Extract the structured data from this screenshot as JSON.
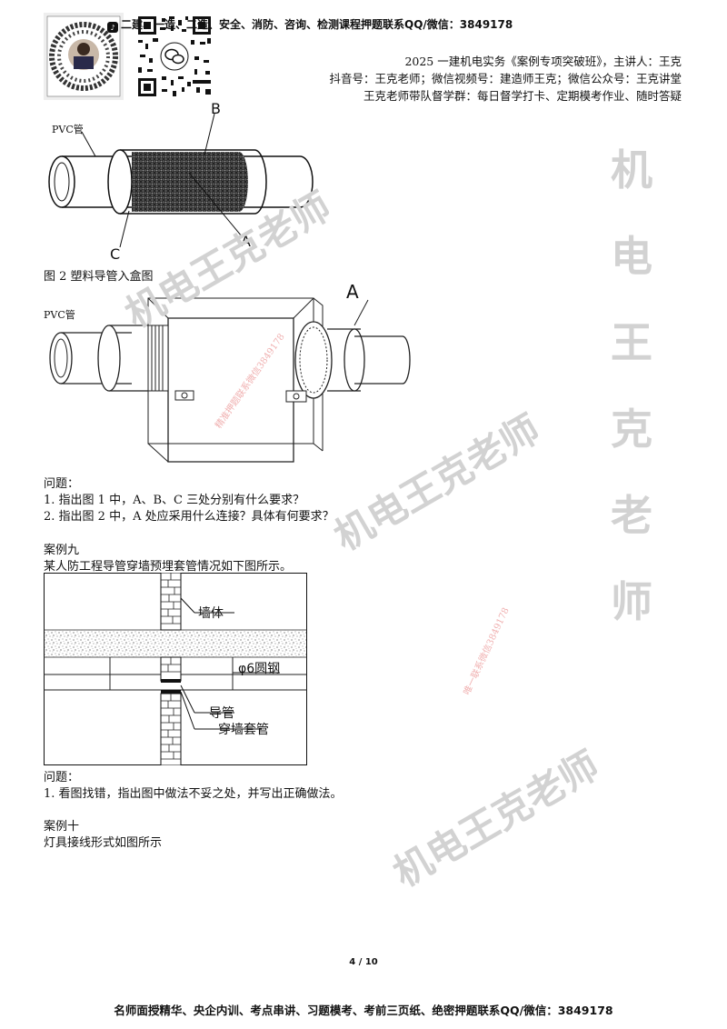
{
  "header": {
    "banner": "二建、一造、二造、安全、消防、咨询、检测课程押题联系QQ/微信：3849178",
    "line1": "2025 一建机电实务《案例专项突破班》，主讲人：王克",
    "line2": "抖音号：王克老师；微信视频号：建造师王克；微信公众号：王克讲堂",
    "line3": "王克老师带队督学群：每日督学打卡、定期模考作业、随时答疑"
  },
  "figure1": {
    "pvc_label": "PVC管",
    "label_a": "A",
    "label_b": "B",
    "label_c": "C",
    "caption": "图 2 塑料导管入盒图"
  },
  "figure2": {
    "pvc_label": "PVC管",
    "label_a": "A",
    "stamp": "精准押题联系微信3849178"
  },
  "questions1": {
    "heading": "问题：",
    "q1": "1. 指出图 1 中，A、B、C 三处分别有什么要求？",
    "q2": "2. 指出图 2 中，A 处应采用什么连接？具体有何要求？"
  },
  "case9": {
    "title": "案例九",
    "desc": "某人防工程导管穿墙预埋套管情况如下图所示。",
    "label_wall": "墙体",
    "label_rebar": "φ6圆钢",
    "label_conduit": "导管",
    "label_sleeve": "穿墙套管",
    "stamp": "唯一联系微信3849178"
  },
  "questions2": {
    "heading": "问题：",
    "q1": "1. 看图找错，指出图中做法不妥之处，并写出正确做法。"
  },
  "case10": {
    "title": "案例十",
    "desc": "灯具接线形式如图所示"
  },
  "watermark": {
    "text": "机电王克老师",
    "vertical": [
      "机",
      "电",
      "王",
      "克",
      "老",
      "师"
    ]
  },
  "page": {
    "number": "4 / 10"
  },
  "footer": {
    "text": "名师面授精华、央企内训、考点串讲、习题模考、考前三页纸、绝密押题联系QQ/微信：3849178"
  }
}
